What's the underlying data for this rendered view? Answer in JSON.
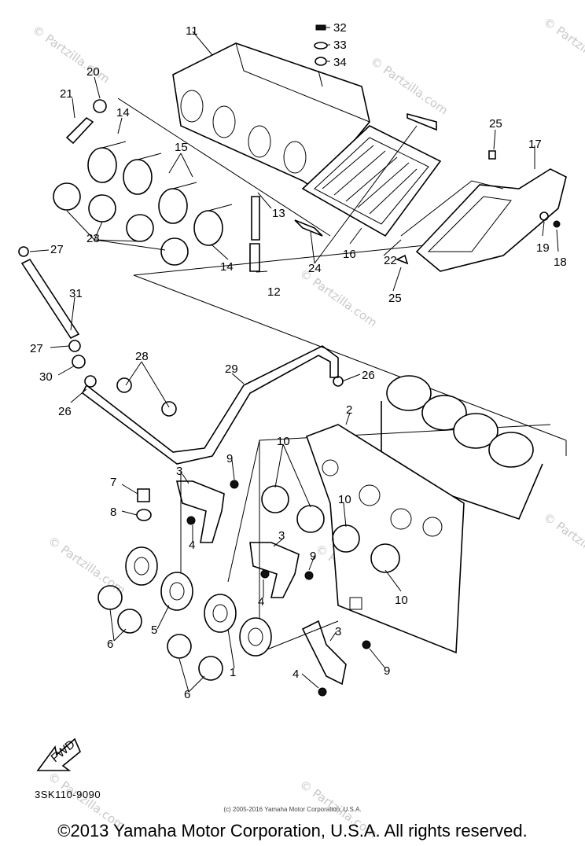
{
  "diagram_code": "3SK110-9090",
  "copyright_small": "(c) 2005-2016 Yamaha Motor Corporation, U.S.A.",
  "copyright": "©2013 Yamaha Motor Corporation, U.S.A. All rights reserved.",
  "watermark_text": "© Partzilla.com",
  "fwd_label": "FWD",
  "callouts": {
    "c1": "1",
    "c2": "2",
    "c3a": "3",
    "c3b": "3",
    "c3c": "3",
    "c4a": "4",
    "c4b": "4",
    "c4c": "4",
    "c5": "5",
    "c6a": "6",
    "c6b": "6",
    "c7": "7",
    "c8": "8",
    "c9a": "9",
    "c9b": "9",
    "c9c": "9",
    "c10a": "10",
    "c10b": "10",
    "c10c": "10",
    "c11": "11",
    "c12": "12",
    "c13": "13",
    "c14a": "14",
    "c14b": "14",
    "c15": "15",
    "c16": "16",
    "c17": "17",
    "c18": "18",
    "c19": "19",
    "c20": "20",
    "c21": "21",
    "c22": "22",
    "c23": "23",
    "c24": "24",
    "c25a": "25",
    "c25b": "25",
    "c26a": "26",
    "c26b": "26",
    "c27a": "27",
    "c27b": "27",
    "c28": "28",
    "c29": "29",
    "c30": "30",
    "c31": "31",
    "c32": "32",
    "c33": "33",
    "c34": "34"
  }
}
